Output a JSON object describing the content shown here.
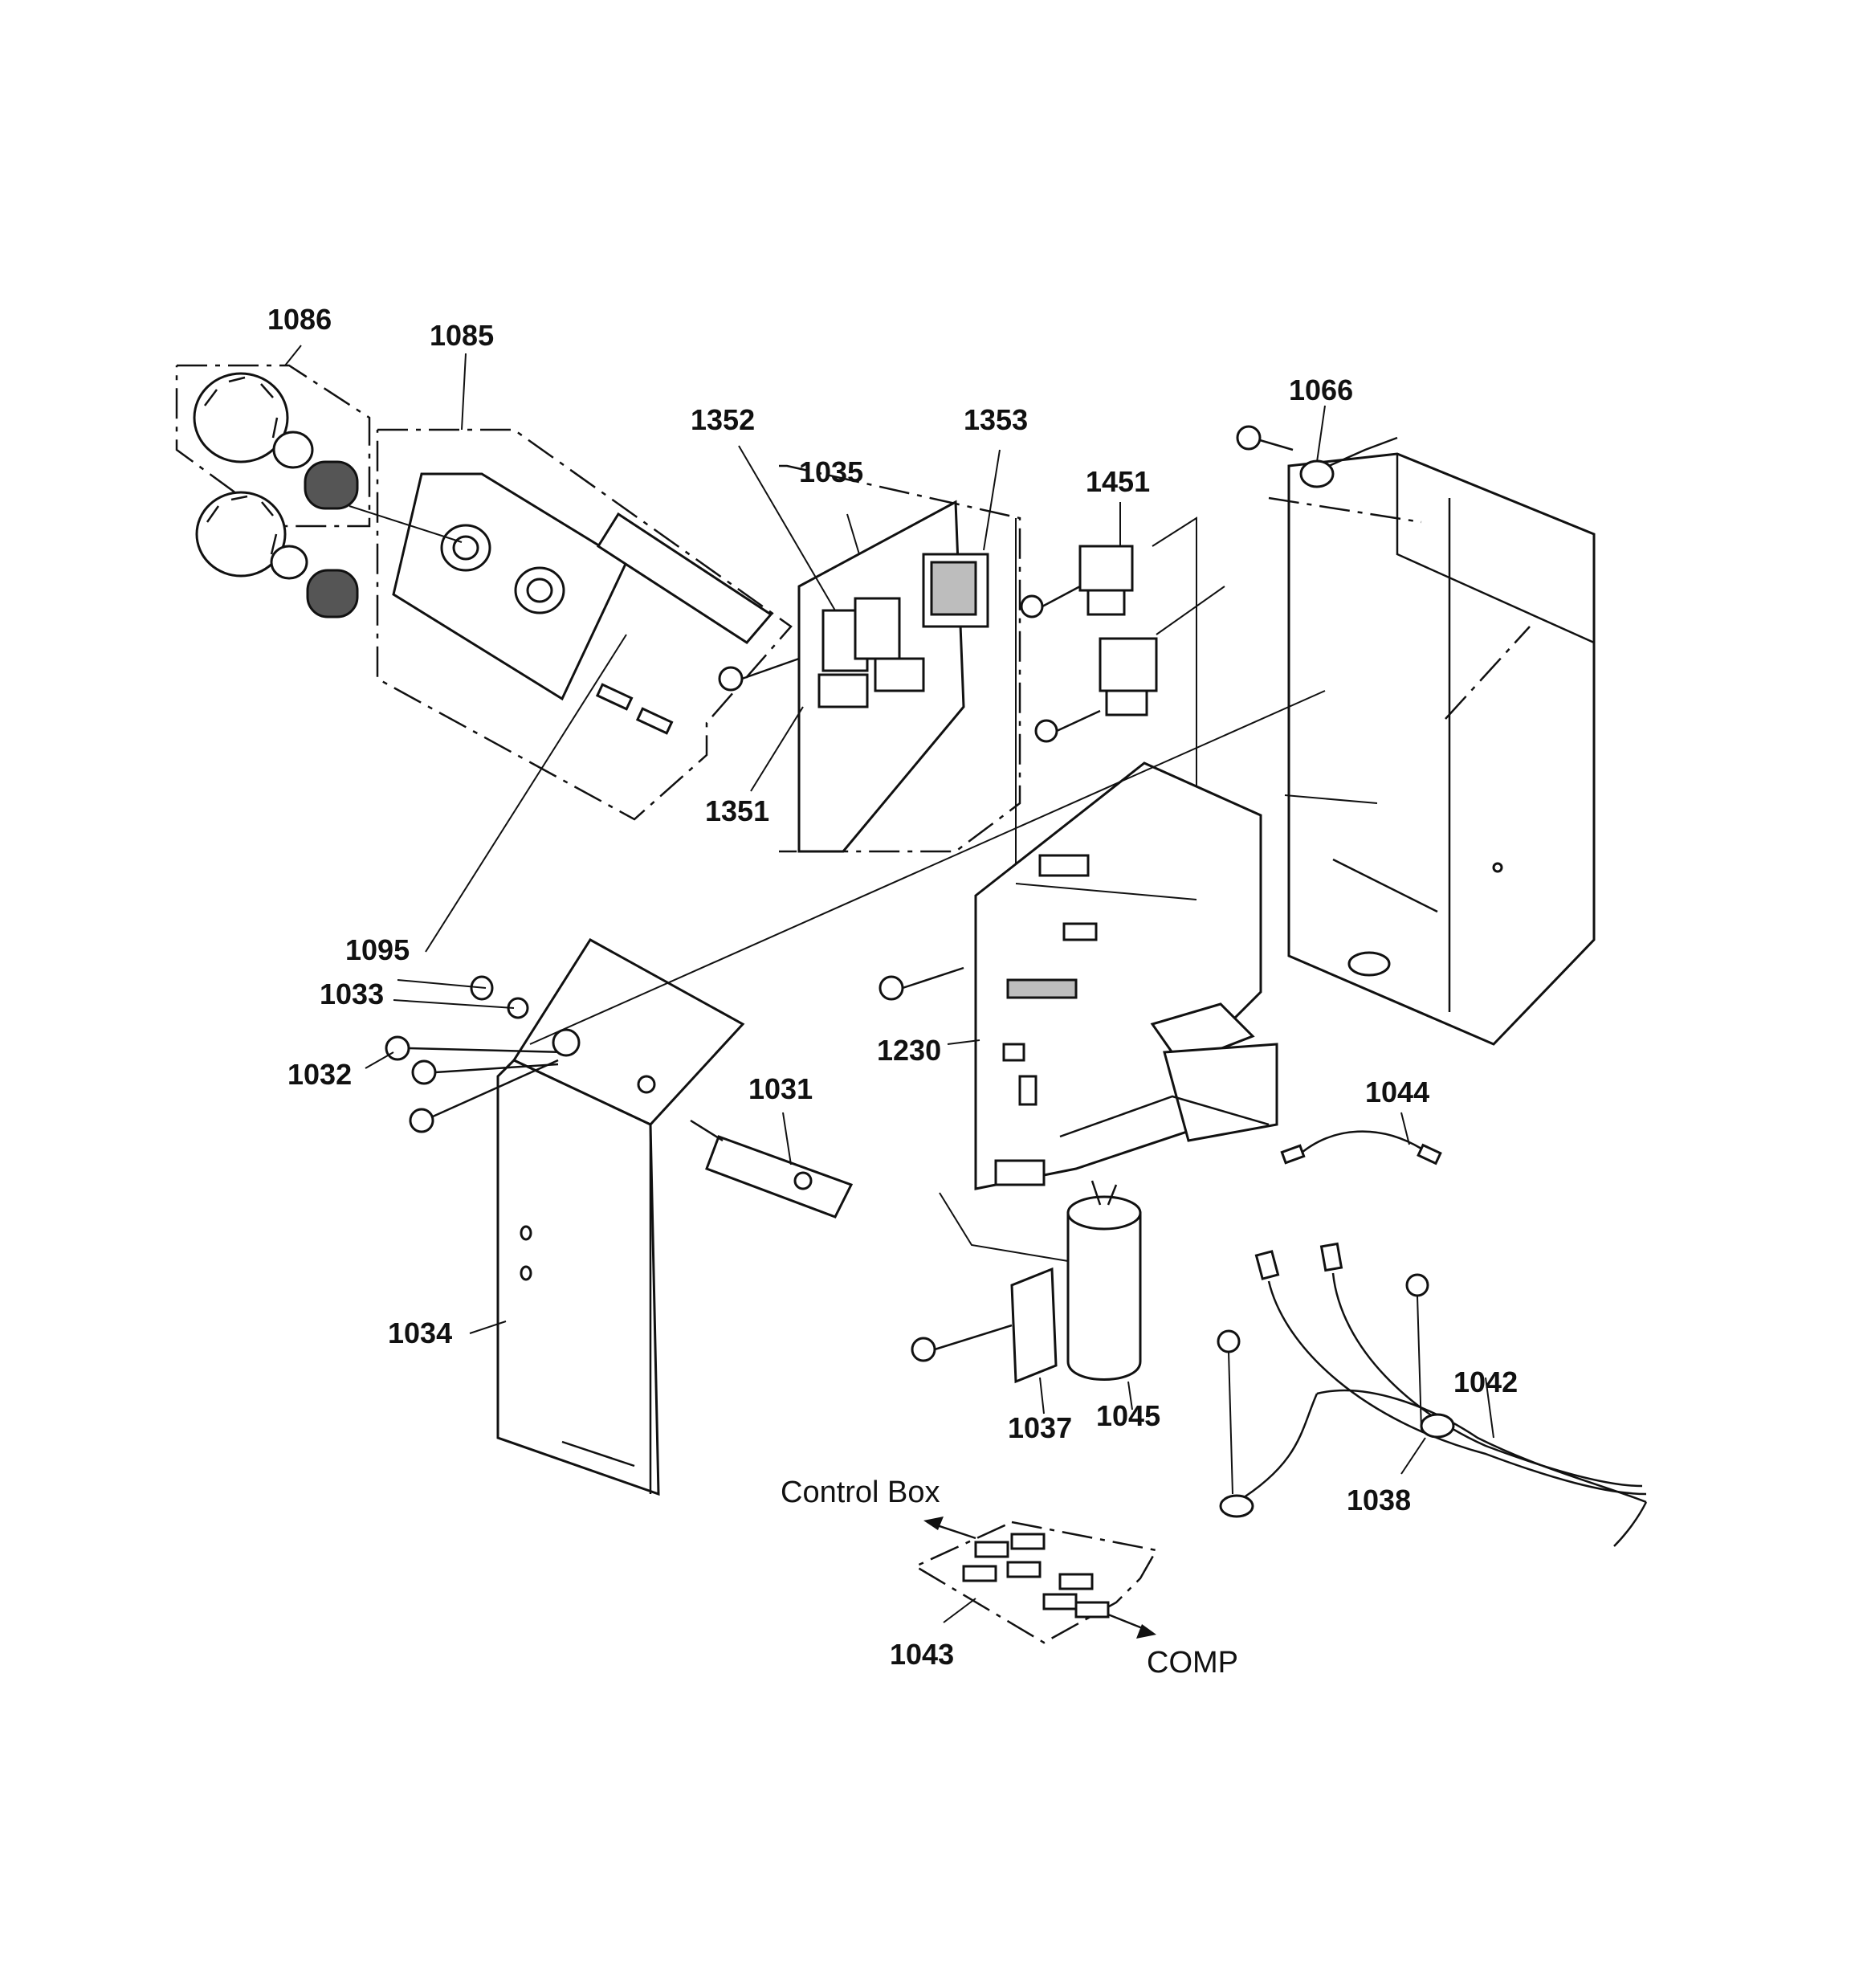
{
  "labels": {
    "l1086": "1086",
    "l1085": "1085",
    "l1352": "1352",
    "l1035": "1035",
    "l1353": "1353",
    "l1451": "1451",
    "l1066": "1066",
    "l1351": "1351",
    "l1095": "1095",
    "l1033": "1033",
    "l1032": "1032",
    "l1031": "1031",
    "l1230": "1230",
    "l1044": "1044",
    "l1034": "1034",
    "l1037": "1037",
    "l1045": "1045",
    "l1042": "1042",
    "l1038": "1038",
    "l1043": "1043"
  },
  "annotations": {
    "control_box": "Control Box",
    "comp": "COMP"
  },
  "colors": {
    "line": "#111111",
    "shade": "#bdbdbd",
    "background": "#ffffff"
  }
}
